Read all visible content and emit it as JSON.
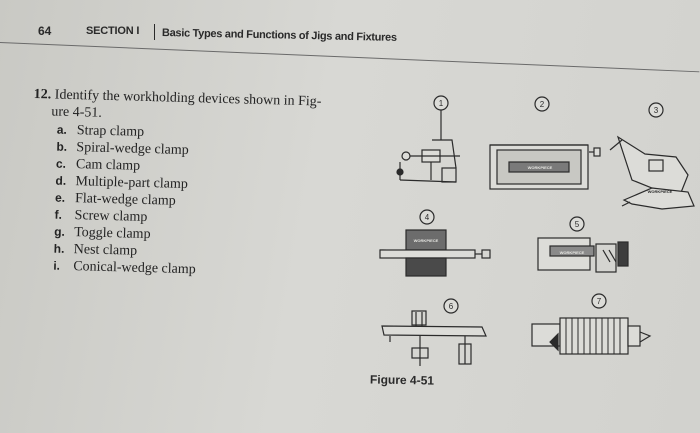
{
  "header": {
    "page_number": "64",
    "section": "SECTION I",
    "chapter_title": "Basic Types and Functions of Jigs and Fixtures"
  },
  "question": {
    "number": "12.",
    "text_line1": "Identify the workholding devices shown in Fig-",
    "text_line2": "ure 4-51.",
    "options": [
      {
        "letter": "a.",
        "text": "Strap clamp"
      },
      {
        "letter": "b.",
        "text": "Spiral-wedge clamp"
      },
      {
        "letter": "c.",
        "text": "Cam clamp"
      },
      {
        "letter": "d.",
        "text": "Multiple-part clamp"
      },
      {
        "letter": "e.",
        "text": "Flat-wedge clamp"
      },
      {
        "letter": "f.",
        "text": "Screw clamp"
      },
      {
        "letter": "g.",
        "text": "Toggle clamp"
      },
      {
        "letter": "h.",
        "text": "Nest clamp"
      },
      {
        "letter": "i.",
        "text": "Conical-wedge clamp"
      }
    ]
  },
  "figure": {
    "caption": "Figure 4-51",
    "callouts": [
      "1",
      "2",
      "3",
      "4",
      "5",
      "6",
      "7"
    ],
    "workpiece_label": "WORKPIECE"
  }
}
